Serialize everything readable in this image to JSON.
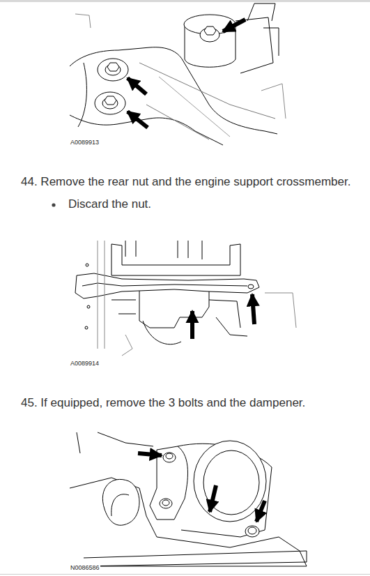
{
  "diagram": {
    "labels": [
      "A0089913",
      "44. Remove the rear nut and the engine support crossmember.",
      "Discard the nut.",
      "A0089914",
      "45. If equipped, remove the 3 bolts and the dampener.",
      "N0086586"
    ]
  }
}
